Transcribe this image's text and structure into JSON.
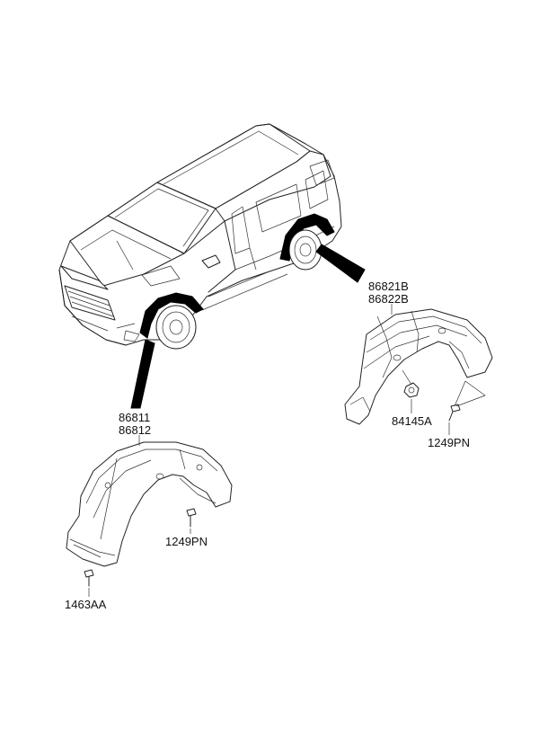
{
  "labels": {
    "front_liner_a": "86811",
    "front_liner_b": "86812",
    "rear_liner_a": "86821B",
    "rear_liner_b": "86822B",
    "nut": "84145A",
    "screw_rear": "1249PN",
    "screw_front": "1249PN",
    "clip": "1463AA"
  }
}
